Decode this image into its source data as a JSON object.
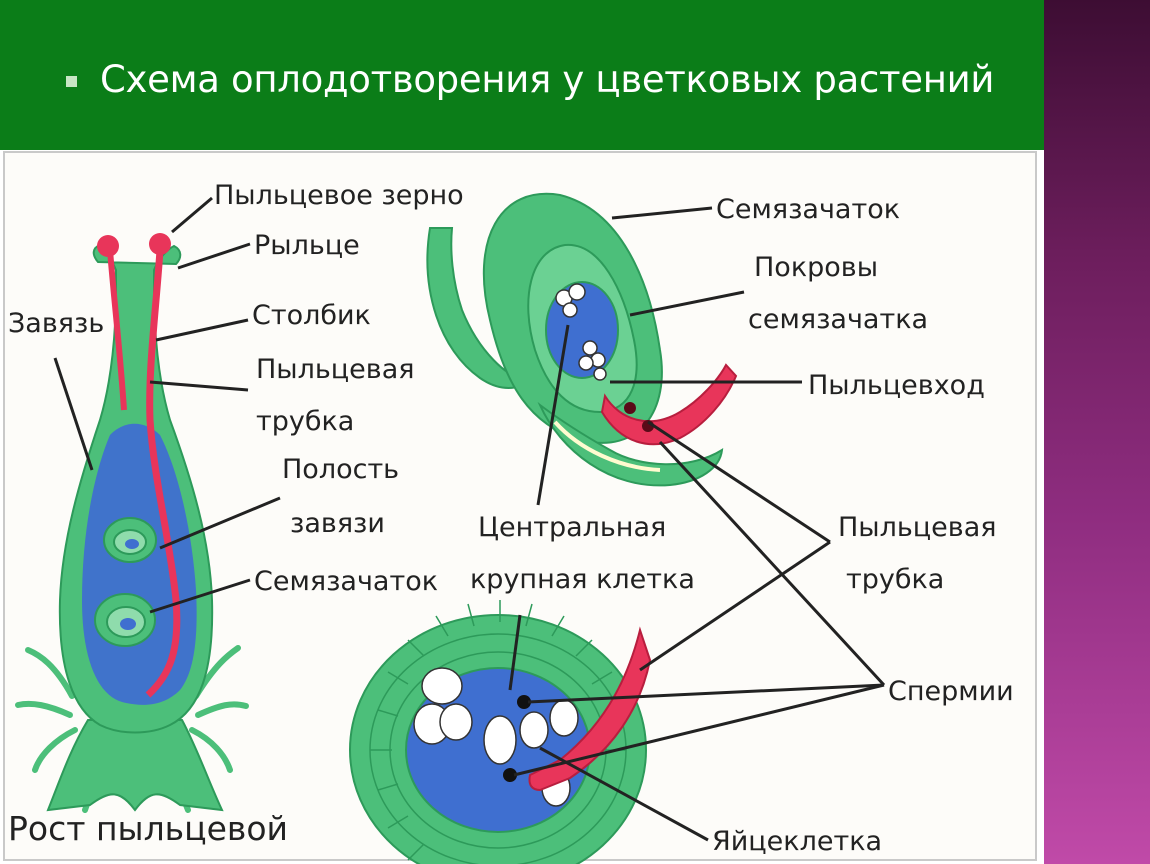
{
  "title": "Схема оплодотворения у цветковых растений",
  "labels": {
    "pollen_grain": "Пыльцевое зерно",
    "stigma": "Рыльце",
    "ovary": "Завязь",
    "style": "Столбик",
    "pollen_tube_1": "Пыльцевая",
    "pollen_tube_2": "трубка",
    "ovary_cavity_1": "Полость",
    "ovary_cavity_2": "завязи",
    "ovule_left": "Семязачаток",
    "growth_1": "Рост пыльцевой",
    "ovule_top": "Семязачаток",
    "integuments_1": "Покровы",
    "integuments_2": "семязачатка",
    "micropyle": "Пыльцевход",
    "central_cell_1": "Центральная",
    "central_cell_2": "крупная клетка",
    "pollen_tube_r1": "Пыльцевая",
    "pollen_tube_r2": "трубка",
    "sperm": "Спермии",
    "egg_cell": "Яйцеклетка"
  },
  "colors": {
    "title_band": "#0b7d18",
    "plant_green": "#4cbf7a",
    "cavity_blue": "#3f6fd0",
    "tube_red": "#e8355a",
    "side_panel": "#8f2d80"
  }
}
